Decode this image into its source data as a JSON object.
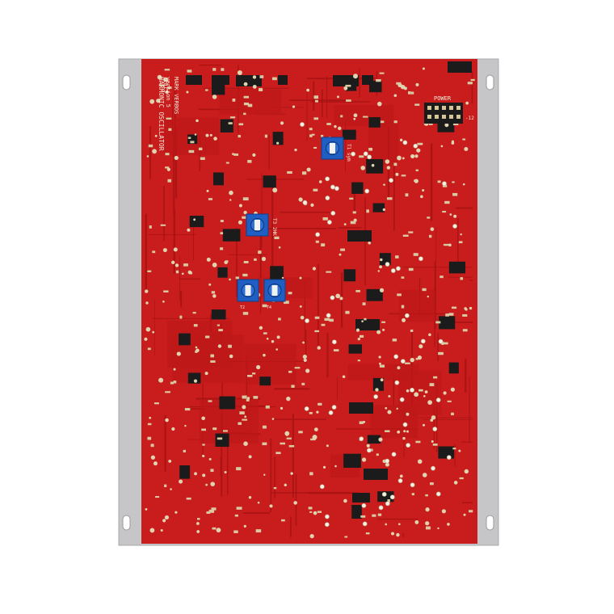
{
  "board": {
    "title_line1": "HARMONIC OSCILLATOR",
    "title_line2": "version 5",
    "author": "MARK VERBOS",
    "year": "2013",
    "power_label": "POWER",
    "power_pin_label": "-12"
  },
  "trimmers": [
    {
      "label": "T1 sym"
    },
    {
      "label": "T3 2HK"
    },
    {
      "label": "T2"
    },
    {
      "label": "T4"
    }
  ],
  "colors": {
    "pcb": "#c91d1d",
    "pcb_trace": "#b01414",
    "panel": "#c9c9cb",
    "trimmer": "#1f5fc4",
    "pad": "#d8c8a0",
    "chip": "#1b1b1b"
  }
}
